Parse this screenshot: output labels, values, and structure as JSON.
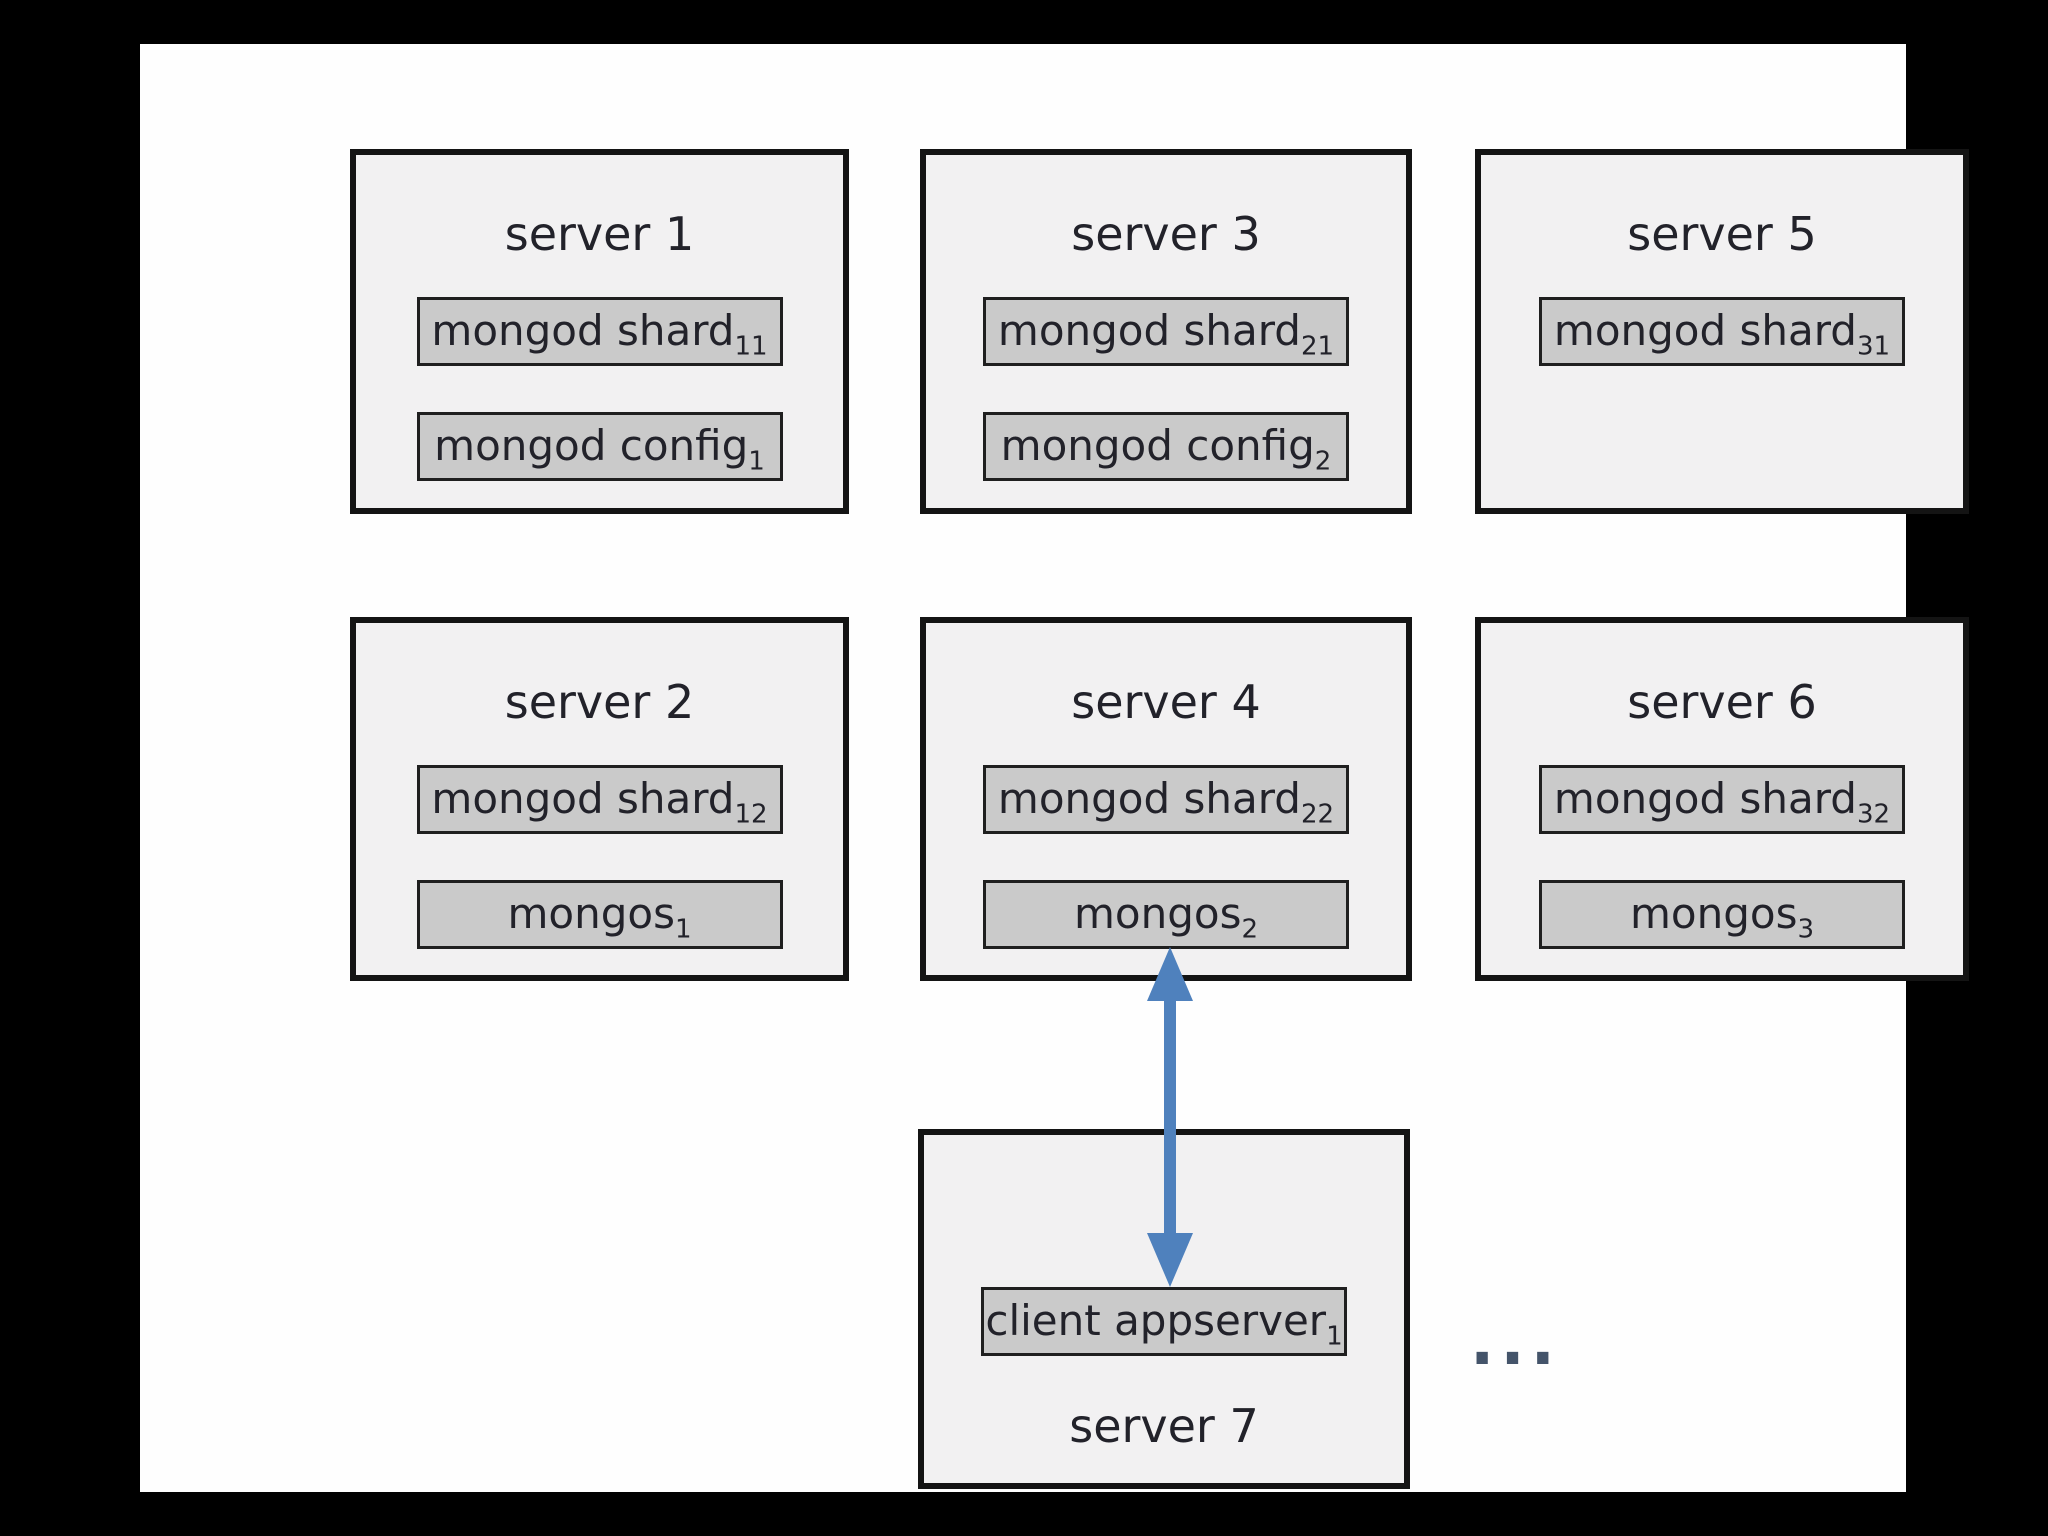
{
  "colors": {
    "bg": "#000000",
    "panel": "#fefefe",
    "server-fill": "#f2f1f2",
    "server-border": "#141414",
    "process-fill": "#cacaca",
    "process-border": "#1f1f1f",
    "arrow": "#4f81bd",
    "text": "#22222a",
    "ellipsis-color": "#44546a"
  },
  "servers": [
    {
      "label": "server 1",
      "processes": [
        {
          "text": "mongod shard",
          "sub": "11"
        },
        {
          "text": "mongod config",
          "sub": "1"
        }
      ]
    },
    {
      "label": "server 3",
      "processes": [
        {
          "text": "mongod shard",
          "sub": "21"
        },
        {
          "text": "mongod config",
          "sub": "2"
        }
      ]
    },
    {
      "label": "server 5",
      "processes": [
        {
          "text": "mongod shard",
          "sub": "31"
        }
      ]
    },
    {
      "label": "server 2",
      "processes": [
        {
          "text": "mongod shard",
          "sub": "12"
        },
        {
          "text": "mongos",
          "sub": "1"
        }
      ]
    },
    {
      "label": "server 4",
      "processes": [
        {
          "text": "mongod shard",
          "sub": "22"
        },
        {
          "text": "mongos",
          "sub": "2"
        }
      ]
    },
    {
      "label": "server 6",
      "processes": [
        {
          "text": "mongod shard",
          "sub": "32"
        },
        {
          "text": "mongos",
          "sub": "3"
        }
      ]
    },
    {
      "label": "server 7",
      "processes": [
        {
          "text": "client appserver",
          "sub": "1"
        }
      ]
    }
  ],
  "connection": {
    "from": "mongos2",
    "to": "client appserver1",
    "style": "double-headed-arrow"
  },
  "ellipsis": "..."
}
